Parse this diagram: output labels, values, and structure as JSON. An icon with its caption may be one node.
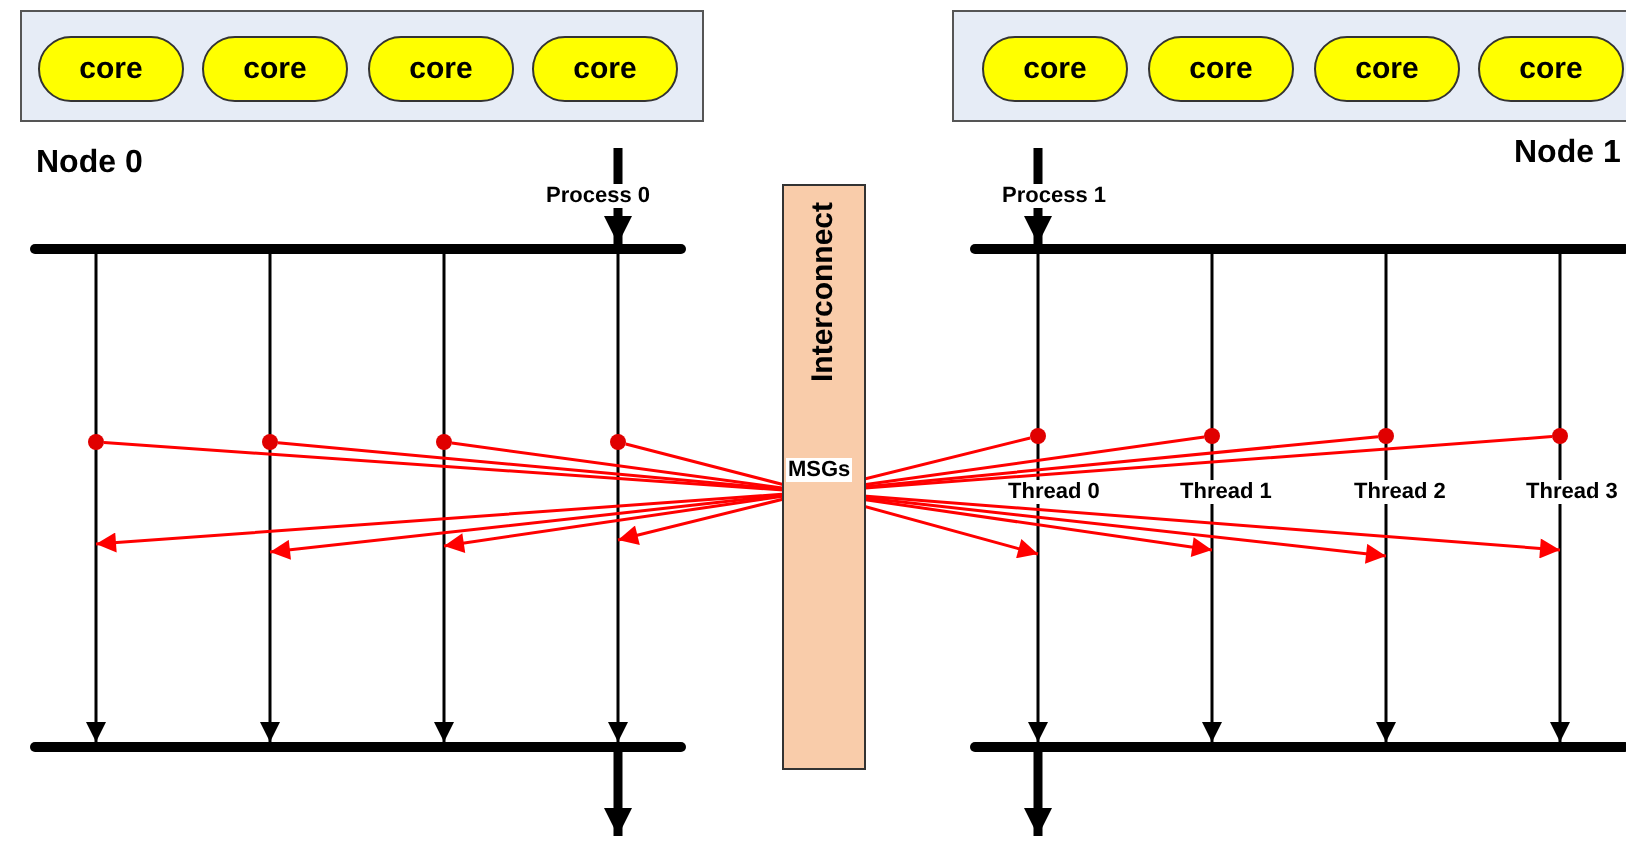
{
  "diagram": {
    "nodes": [
      {
        "text": [],
        "shape": "box"
      },
      {
        "text": [
          "core"
        ],
        "in": 0
      },
      {
        "text": [
          "core"
        ],
        "in": 0
      },
      {
        "text": [
          "core"
        ],
        "in": 0
      },
      {
        "text": [
          "core"
        ],
        "in": 0
      },
      {
        "text": [],
        "shape": "box"
      },
      {
        "text": [
          "core"
        ],
        "in": 5
      },
      {
        "text": [
          "core"
        ],
        "in": 5
      },
      {
        "text": [
          "core"
        ],
        "in": 5
      },
      {
        "text": [
          "core"
        ],
        "in": 5
      },
      {
        "text": [
          "Interconnect"
        ]
      },
      {
        "text": [],
        "shape": "bar"
      },
      {
        "text": [],
        "shape": "bar"
      },
      {
        "text": [],
        "shape": "bar"
      },
      {
        "text": [],
        "shape": "bar"
      },
      {
        "text": [],
        "shape": "circle"
      },
      {
        "text": [],
        "shape": "circle"
      },
      {
        "text": [],
        "shape": "circle"
      },
      {
        "text": [],
        "shape": "circle"
      },
      {
        "text": [],
        "shape": "circle"
      },
      {
        "text": [],
        "shape": "circle"
      },
      {
        "text": [],
        "shape": "circle"
      },
      {
        "text": [],
        "shape": "circle"
      }
    ],
    "edges": [
      {
        "from": null,
        "to": 11,
        "arrow": "to",
        "label": "Process 0",
        "style": "thick"
      },
      {
        "from": null,
        "to": 13,
        "arrow": "to",
        "label": "Process 1",
        "style": "thick"
      },
      {
        "from": 11,
        "to": 12,
        "arrow": "to"
      },
      {
        "from": 11,
        "to": 12,
        "arrow": "to"
      },
      {
        "from": 11,
        "to": 12,
        "arrow": "to"
      },
      {
        "from": 11,
        "to": 12,
        "arrow": "to"
      },
      {
        "from": 13,
        "to": 14,
        "arrow": "to"
      },
      {
        "from": 13,
        "to": 14,
        "arrow": "to"
      },
      {
        "from": 13,
        "to": 14,
        "arrow": "to"
      },
      {
        "from": 13,
        "to": 14,
        "arrow": "to"
      },
      {
        "from": 12,
        "to": null,
        "arrow": "to",
        "style": "thick"
      },
      {
        "from": 14,
        "to": null,
        "arrow": "to",
        "style": "thick"
      },
      {
        "from": 15,
        "to": null,
        "arrow": "to",
        "color": "#ff0000"
      },
      {
        "from": 16,
        "to": null,
        "arrow": "to",
        "color": "#ff0000"
      },
      {
        "from": 17,
        "to": null,
        "arrow": "to",
        "color": "#ff0000"
      },
      {
        "from": 18,
        "to": null,
        "arrow": "to",
        "color": "#ff0000"
      },
      {
        "from": 19,
        "to": null,
        "arrow": "to",
        "color": "#ff0000"
      },
      {
        "from": 20,
        "to": null,
        "arrow": "to",
        "color": "#ff0000"
      },
      {
        "from": 21,
        "to": null,
        "arrow": "to",
        "color": "#ff0000"
      },
      {
        "from": 22,
        "to": null,
        "arrow": "to",
        "color": "#ff0000"
      }
    ],
    "labels": [
      "Node 0",
      "Node 1",
      "MSGs",
      "Thread 0",
      "Thread 1",
      "Thread 2",
      "Thread 3"
    ]
  }
}
